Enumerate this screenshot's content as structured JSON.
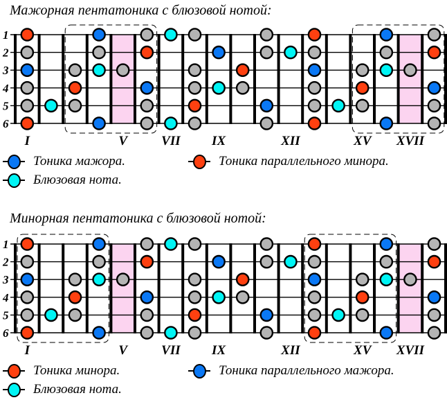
{
  "colors": {
    "root": "#FF4010",
    "relative": "#0A78F5",
    "blue_note": "#00F5F5",
    "scale": "#B4B4B4",
    "highlight_fret": "#FCD4F0"
  },
  "fret_labels": [
    "I",
    "V",
    "VII",
    "IX",
    "XII",
    "XV",
    "XVII"
  ],
  "fret_label_columns": [
    0,
    4,
    6,
    8,
    11,
    14,
    16
  ],
  "string_labels": [
    "1",
    "2",
    "3",
    "4",
    "5",
    "6"
  ],
  "diagrams": [
    {
      "title": "Мажорная пентатоника с блюзовой нотой:",
      "highlight_columns": [
        4,
        16
      ],
      "boxes": [
        [
          2,
          5
        ],
        [
          14,
          17
        ]
      ],
      "color_map": {
        "R": "root_minor",
        "B": "tonic",
        "C": "blue_note",
        "G": "scale"
      },
      "notes": [
        {
          "col": 0,
          "string": 1,
          "t": "R"
        },
        {
          "col": 0,
          "string": 2,
          "t": "G"
        },
        {
          "col": 0,
          "string": 3,
          "t": "B"
        },
        {
          "col": 0,
          "string": 4,
          "t": "G"
        },
        {
          "col": 0,
          "string": 5,
          "t": "G"
        },
        {
          "col": 0,
          "string": 6,
          "t": "R"
        },
        {
          "col": 1,
          "string": 5,
          "t": "C"
        },
        {
          "col": 2,
          "string": 3,
          "t": "G"
        },
        {
          "col": 2,
          "string": 4,
          "t": "R"
        },
        {
          "col": 2,
          "string": 5,
          "t": "G"
        },
        {
          "col": 3,
          "string": 1,
          "t": "B"
        },
        {
          "col": 3,
          "string": 2,
          "t": "G"
        },
        {
          "col": 3,
          "string": 3,
          "t": "C"
        },
        {
          "col": 3,
          "string": 6,
          "t": "B"
        },
        {
          "col": 4,
          "string": 3,
          "t": "G"
        },
        {
          "col": 5,
          "string": 1,
          "t": "G"
        },
        {
          "col": 5,
          "string": 2,
          "t": "R"
        },
        {
          "col": 5,
          "string": 4,
          "t": "B"
        },
        {
          "col": 5,
          "string": 5,
          "t": "G"
        },
        {
          "col": 5,
          "string": 6,
          "t": "G"
        },
        {
          "col": 6,
          "string": 1,
          "t": "C"
        },
        {
          "col": 6,
          "string": 6,
          "t": "C"
        },
        {
          "col": 7,
          "string": 1,
          "t": "G"
        },
        {
          "col": 7,
          "string": 3,
          "t": "G"
        },
        {
          "col": 7,
          "string": 4,
          "t": "G"
        },
        {
          "col": 7,
          "string": 5,
          "t": "R"
        },
        {
          "col": 7,
          "string": 6,
          "t": "G"
        },
        {
          "col": 8,
          "string": 2,
          "t": "B"
        },
        {
          "col": 8,
          "string": 4,
          "t": "C"
        },
        {
          "col": 9,
          "string": 3,
          "t": "R"
        },
        {
          "col": 9,
          "string": 4,
          "t": "G"
        },
        {
          "col": 10,
          "string": 1,
          "t": "G"
        },
        {
          "col": 10,
          "string": 2,
          "t": "G"
        },
        {
          "col": 10,
          "string": 5,
          "t": "B"
        },
        {
          "col": 10,
          "string": 6,
          "t": "G"
        },
        {
          "col": 11,
          "string": 2,
          "t": "C"
        },
        {
          "col": 12,
          "string": 1,
          "t": "R"
        },
        {
          "col": 12,
          "string": 2,
          "t": "G"
        },
        {
          "col": 12,
          "string": 3,
          "t": "B"
        },
        {
          "col": 12,
          "string": 4,
          "t": "G"
        },
        {
          "col": 12,
          "string": 5,
          "t": "G"
        },
        {
          "col": 12,
          "string": 6,
          "t": "R"
        },
        {
          "col": 13,
          "string": 5,
          "t": "C"
        },
        {
          "col": 14,
          "string": 3,
          "t": "G"
        },
        {
          "col": 14,
          "string": 4,
          "t": "R"
        },
        {
          "col": 14,
          "string": 5,
          "t": "G"
        },
        {
          "col": 15,
          "string": 1,
          "t": "B"
        },
        {
          "col": 15,
          "string": 2,
          "t": "G"
        },
        {
          "col": 15,
          "string": 3,
          "t": "C"
        },
        {
          "col": 15,
          "string": 6,
          "t": "B"
        },
        {
          "col": 16,
          "string": 3,
          "t": "G"
        },
        {
          "col": 17,
          "string": 1,
          "t": "G"
        },
        {
          "col": 17,
          "string": 2,
          "t": "R"
        },
        {
          "col": 17,
          "string": 4,
          "t": "B"
        },
        {
          "col": 17,
          "string": 5,
          "t": "G"
        },
        {
          "col": 17,
          "string": 6,
          "t": "G"
        }
      ],
      "legend": [
        {
          "color": "relative",
          "label": "Тоника мажора."
        },
        {
          "color": "root",
          "label": "Тоника параллельного минора."
        },
        {
          "color": "blue_note",
          "label": "Блюзовая нота."
        }
      ]
    },
    {
      "title": "Минорная пентатоника с блюзовой нотой:",
      "highlight_columns": [
        4,
        16
      ],
      "boxes": [
        [
          0,
          3
        ],
        [
          12,
          15
        ]
      ],
      "legend": [
        {
          "color": "root",
          "label": "Тоника минора."
        },
        {
          "color": "relative",
          "label": "Тоника параллельного мажора."
        },
        {
          "color": "blue_note",
          "label": "Блюзовая нота."
        }
      ]
    }
  ]
}
